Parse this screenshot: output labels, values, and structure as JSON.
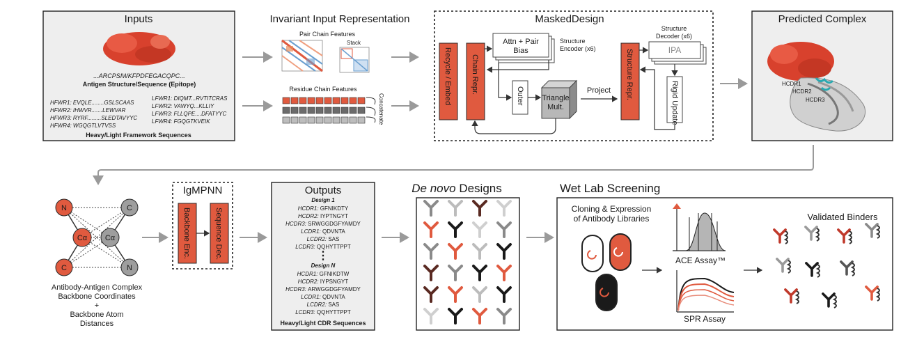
{
  "inputs": {
    "title": "Inputs",
    "sequence": "...ARCPSIWKFPDFEGACQPC...",
    "caption": "Antigen Structure/Sequence (Epitope)",
    "heavy": [
      "HFWR1: EVQLE........GSLSCAAS",
      "HFWR2: IHWVR.......LEWVAR",
      "HFWR3: RYRF.........SLEDTAVYYC",
      "HFWR4: WGQGTLVTVSS"
    ],
    "light": [
      "LFWR1: DIQMT...RVTITCRAS",
      "LFWR2: VAWYQ...KLLIY",
      "LFWR3: FLLQPE....DFATYYC",
      "LFWR4: FGQGTKVEIK"
    ],
    "framework_caption": "Heavy/Light Framework Sequences"
  },
  "representation": {
    "title": "Invariant Input Representation",
    "pair_label": "Pair Chain Features",
    "stack_label": "Stack",
    "residue_label": "Residue Chain Features",
    "concat_label": "Concatenate"
  },
  "masked": {
    "title": "MaskedDesign",
    "recycle": "Recycle / Embed",
    "chain_repr": "Chain Repr.",
    "attn": "Attn + Pair Bias",
    "encoder": "Structure Encoder (x6)",
    "outer": "Outer",
    "triangle": "Triangle Mult.",
    "project": "Project",
    "structure_repr": "Structure Repr.",
    "decoder": "Structure Decoder (x6)",
    "ipa": "IPA",
    "rigid": "Rigid Update"
  },
  "predicted": {
    "title": "Predicted Complex",
    "hcdr1": "HCDR1",
    "hcdr2": "HCDR2",
    "hcdr3": "HCDR3"
  },
  "backbone": {
    "atoms": [
      "N",
      "C",
      "Cα",
      "Cα",
      "C",
      "N"
    ],
    "caption": [
      "Antibody-Antigen Complex",
      "Backbone Coordinates",
      "+",
      "Backbone Atom",
      "Distances"
    ]
  },
  "igmpnn": {
    "title": "IgMPNN",
    "enc": "Backbone Enc.",
    "dec": "Sequence Dec."
  },
  "outputs": {
    "title": "Outputs",
    "design1_title": "Design 1",
    "design1": [
      "HCDR1: GFNIKDTY",
      "HCDR2: IYPTNGYT",
      "HCDR3: SRWGGDGFYAMDY",
      "LCDR1: QDVNTA",
      "LCDR2: SAS",
      "LCDR3: QQHYTTPPT"
    ],
    "dots": "⋮",
    "designN_title": "Design N",
    "designN": [
      "HCDR1: GFNIKDTW",
      "HCDR2: IYPSNGYT",
      "HCDR3: ARWGGDGFYAMDY",
      "LCDR1: QDVNTA",
      "LCDR2: SAS",
      "LCDR3: QQHYTTPPT"
    ],
    "caption": "Heavy/Light CDR Sequences"
  },
  "denovo": {
    "title_it": "De novo",
    "title_rest": " Designs",
    "grid": [
      [
        "#8a8a8a",
        "#bcbcbc",
        "#5a2a22",
        "#cfcfcf"
      ],
      [
        "#e05a3f",
        "#1a1a1a",
        "#cfcfcf",
        "#8a8a8a"
      ],
      [
        "#8a8a8a",
        "#e05a3f",
        "#bcbcbc",
        "#1a1a1a"
      ],
      [
        "#5a2a22",
        "#8a8a8a",
        "#1a1a1a",
        "#e05a3f"
      ],
      [
        "#5a2a22",
        "#e05a3f",
        "#bcbcbc",
        "#1a1a1a"
      ],
      [
        "#cfcfcf",
        "#1a1a1a",
        "#e05a3f",
        "#8a8a8a"
      ]
    ]
  },
  "wetlab": {
    "title": "Wet Lab Screening",
    "cloning": [
      "Cloning & Expression",
      "of Antibody Libraries"
    ],
    "ace": "ACE Assay™",
    "spr": "SPR Assay",
    "validated": "Validated Binders"
  },
  "colors": {
    "accent": "#e05a3f",
    "panel": "#eeeeee",
    "arrow": "#9a9a9a"
  }
}
